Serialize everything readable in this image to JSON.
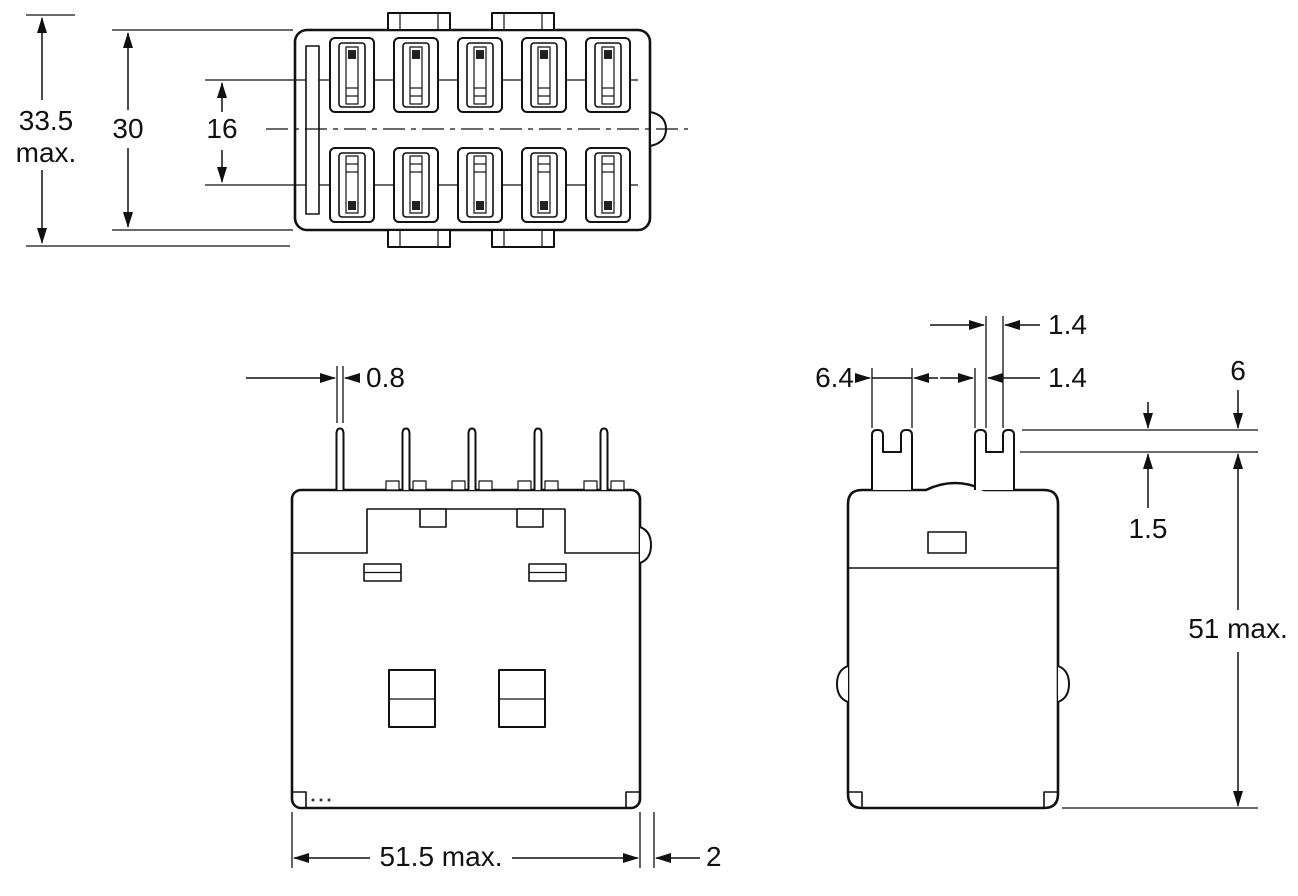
{
  "page": {
    "background": "#ffffff",
    "ink": "#111111"
  },
  "drawing": {
    "type": "dimensional-diagram",
    "views": {
      "top": {
        "overall_height": "33.5",
        "overall_height_qualifier": "max.",
        "case_height": "30",
        "terminal_row_spacing": "16"
      },
      "front": {
        "terminal_thickness": "0.8",
        "overall_width": "51.5 max.",
        "side_protrusion": "2"
      },
      "side": {
        "terminal_slot_width": "1.4",
        "terminal_group_width": "6.4",
        "terminal_prong_width": "1.4",
        "terminal_length": "6",
        "terminal_shoulder": "1.5",
        "overall_height": "51 max."
      }
    }
  }
}
